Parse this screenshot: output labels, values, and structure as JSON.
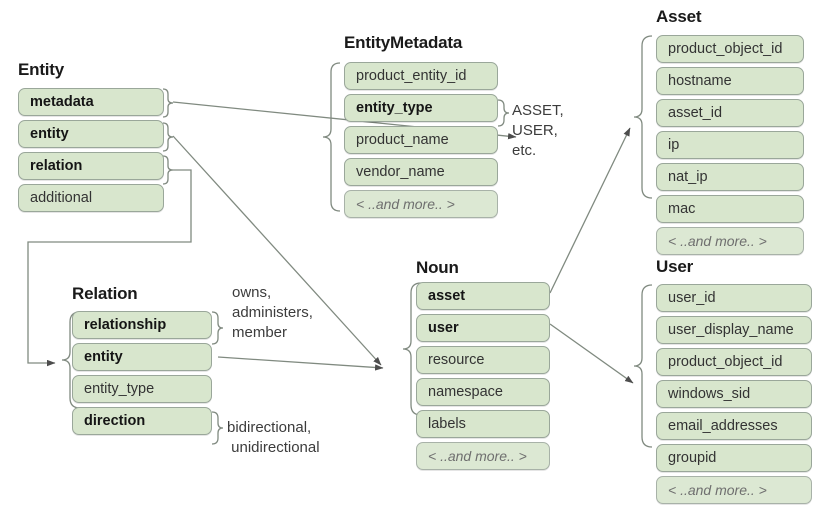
{
  "diagram": {
    "title_font_color": "#1a1a1a",
    "box_fill": "#d8e6cd",
    "box_border": "#9aa79a",
    "connector_color": "#6b6b6b",
    "groups": [
      {
        "id": "entity",
        "title": "Entity",
        "rows": [
          {
            "label": "metadata",
            "bold": true,
            "more": false
          },
          {
            "label": "entity",
            "bold": true,
            "more": false
          },
          {
            "label": "relation",
            "bold": true,
            "more": false
          },
          {
            "label": "additional",
            "bold": false,
            "more": false
          }
        ]
      },
      {
        "id": "entitymetadata",
        "title": "EntityMetadata",
        "rows": [
          {
            "label": "product_entity_id",
            "bold": false,
            "more": false
          },
          {
            "label": "entity_type",
            "bold": true,
            "more": false
          },
          {
            "label": "product_name",
            "bold": false,
            "more": false
          },
          {
            "label": "vendor_name",
            "bold": false,
            "more": false
          },
          {
            "label": "< ..and more.. >",
            "bold": false,
            "more": true
          }
        ]
      },
      {
        "id": "asset",
        "title": "Asset",
        "rows": [
          {
            "label": "product_object_id",
            "bold": false,
            "more": false
          },
          {
            "label": "hostname",
            "bold": false,
            "more": false
          },
          {
            "label": "asset_id",
            "bold": false,
            "more": false
          },
          {
            "label": "ip",
            "bold": false,
            "more": false
          },
          {
            "label": "nat_ip",
            "bold": false,
            "more": false
          },
          {
            "label": "mac",
            "bold": false,
            "more": false
          },
          {
            "label": "< ..and more.. >",
            "bold": false,
            "more": true
          }
        ]
      },
      {
        "id": "relation",
        "title": "Relation",
        "rows": [
          {
            "label": "relationship",
            "bold": true,
            "more": false
          },
          {
            "label": "entity",
            "bold": true,
            "more": false
          },
          {
            "label": "entity_type",
            "bold": false,
            "more": false
          },
          {
            "label": "direction",
            "bold": true,
            "more": false
          }
        ]
      },
      {
        "id": "noun",
        "title": "Noun",
        "rows": [
          {
            "label": "asset",
            "bold": true,
            "more": false
          },
          {
            "label": "user",
            "bold": true,
            "more": false
          },
          {
            "label": "resource",
            "bold": false,
            "more": false
          },
          {
            "label": "namespace",
            "bold": false,
            "more": false
          },
          {
            "label": "labels",
            "bold": false,
            "more": false
          },
          {
            "label": "< ..and more.. >",
            "bold": false,
            "more": true
          }
        ]
      },
      {
        "id": "user",
        "title": "User",
        "rows": [
          {
            "label": "user_id",
            "bold": false,
            "more": false
          },
          {
            "label": "user_display_name",
            "bold": false,
            "more": false
          },
          {
            "label": "product_object_id",
            "bold": false,
            "more": false
          },
          {
            "label": "windows_sid",
            "bold": false,
            "more": false
          },
          {
            "label": "email_addresses",
            "bold": false,
            "more": false
          },
          {
            "label": "groupid",
            "bold": false,
            "more": false
          },
          {
            "label": "< ..and more.. >",
            "bold": false,
            "more": true
          }
        ]
      }
    ],
    "annotations": [
      {
        "id": "entity-type-values",
        "text": "ASSET,\nUSER,\netc."
      },
      {
        "id": "relationship-values",
        "text": "owns,\nadministers,\nmember"
      },
      {
        "id": "direction-values",
        "text": "bidirectional,\n unidirectional"
      }
    ]
  }
}
